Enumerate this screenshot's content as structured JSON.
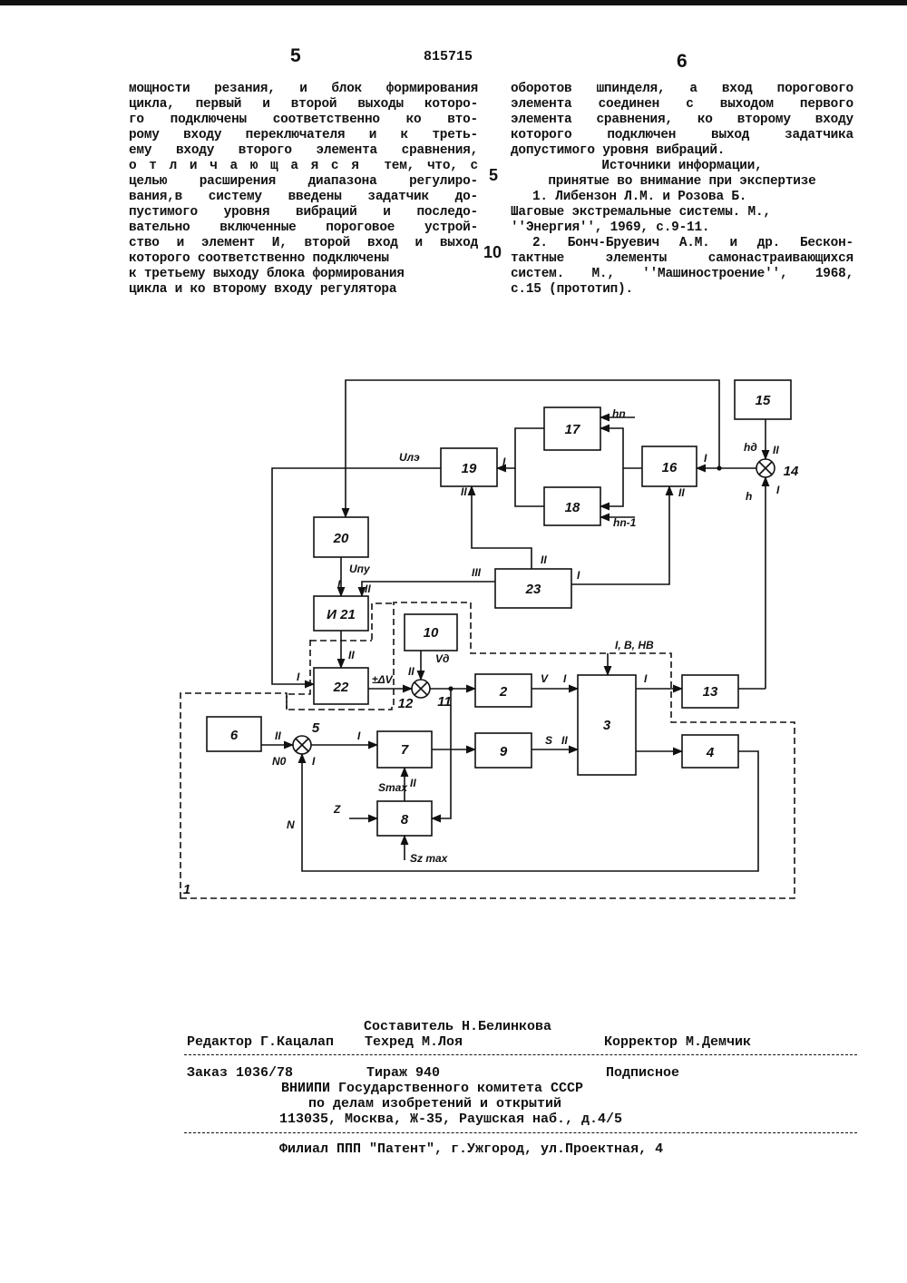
{
  "header": {
    "patent_number": "815715",
    "page_left": "5",
    "page_right": "6"
  },
  "left_column": [
    "мощности резания, и блок формирования",
    "цикла, первый и второй выходы которо-",
    "го подключены соответственно ко вто-",
    "рому входу переключателя и к треть-",
    "ему входу второго элемента сравнения,",
    "о т л и ч а ю щ а я с я  тем, что, с",
    "целью расширения диапазона регулиро-",
    "вания,в систему введены задатчик до-",
    "пустимого уровня вибраций и последо-",
    "вательно включенные пороговое устрой-",
    "ство и элемент И, второй вход и выход",
    "которого соответственно подключены",
    "к третьему выходу блока формирования",
    "цикла и ко второму входу регулятора"
  ],
  "right_column": {
    "claim_end": [
      "оборотов шпинделя, а вход порогового",
      "элемента соединен с выходом первого",
      "элемента сравнения, ко второму входу",
      "которого подключен выход задатчика",
      "допустимого уровня вибраций."
    ],
    "sources_title": "Источники информации,",
    "sources_subtitle": "принятые во внимание при экспертизе",
    "ref1": [
      "1. Либензон Л.М. и Розова Б.",
      "Шаговые экстремальные системы. М.,",
      "''Энергия'', 1969, с.9-11."
    ],
    "ref2": [
      "2. Бонч-Бруевич А.М. и др. Бескон-",
      "тактные элементы самонастраивающихся",
      "систем. М., ''Машиностроение'', 1968,",
      "с.15 (прототип)."
    ]
  },
  "margin_marks": {
    "m5": "5",
    "m10": "10"
  },
  "diagram": {
    "blocks": {
      "b1": "1",
      "b2": "2",
      "b3": "3",
      "b4": "4",
      "b6": "6",
      "b7": "7",
      "b8": "8",
      "b9": "9",
      "b10": "10",
      "b13": "13",
      "b15": "15",
      "b16": "16",
      "b17": "17",
      "b18": "18",
      "b19": "19",
      "b20": "20",
      "b21": "И 21",
      "b22": "22",
      "b23": "23"
    },
    "summing_junctions": {
      "s5": "5",
      "s11": "11",
      "s12": "12",
      "s14": "14"
    },
    "signals": {
      "u_le": "Uлэ",
      "u_pu": "Uпу",
      "h_n": "hn",
      "h_n1": "hn-1",
      "h_d": "hд",
      "h": "h",
      "v_d": "Vд",
      "delta_v": "±ΔV",
      "v": "V",
      "s": "S",
      "n0": "N0",
      "n": "N",
      "s_max": "Smax",
      "z": "Z",
      "s_z_max": "Sz max",
      "modes": "I, В, НВ"
    },
    "port_labels": {
      "r1": "I",
      "r2": "II",
      "r3": "III"
    }
  },
  "imprint": {
    "composer": "Составитель Н.Белинкова",
    "editor": "Редактор Г.Кацалап",
    "techred": "Техред М.Лоя",
    "corrector": "Корректор М.Демчик",
    "order": "Заказ 1036/78",
    "circulation": "Тираж 940",
    "subscription": "Подписное",
    "org1": "ВНИИПИ Государственного комитета СССР",
    "org2": "по делам изобретений и открытий",
    "address": "113035, Москва, Ж-35, Раушская наб., д.4/5",
    "branch": "Филиал ППП \"Патент\", г.Ужгород, ул.Проектная, 4"
  }
}
